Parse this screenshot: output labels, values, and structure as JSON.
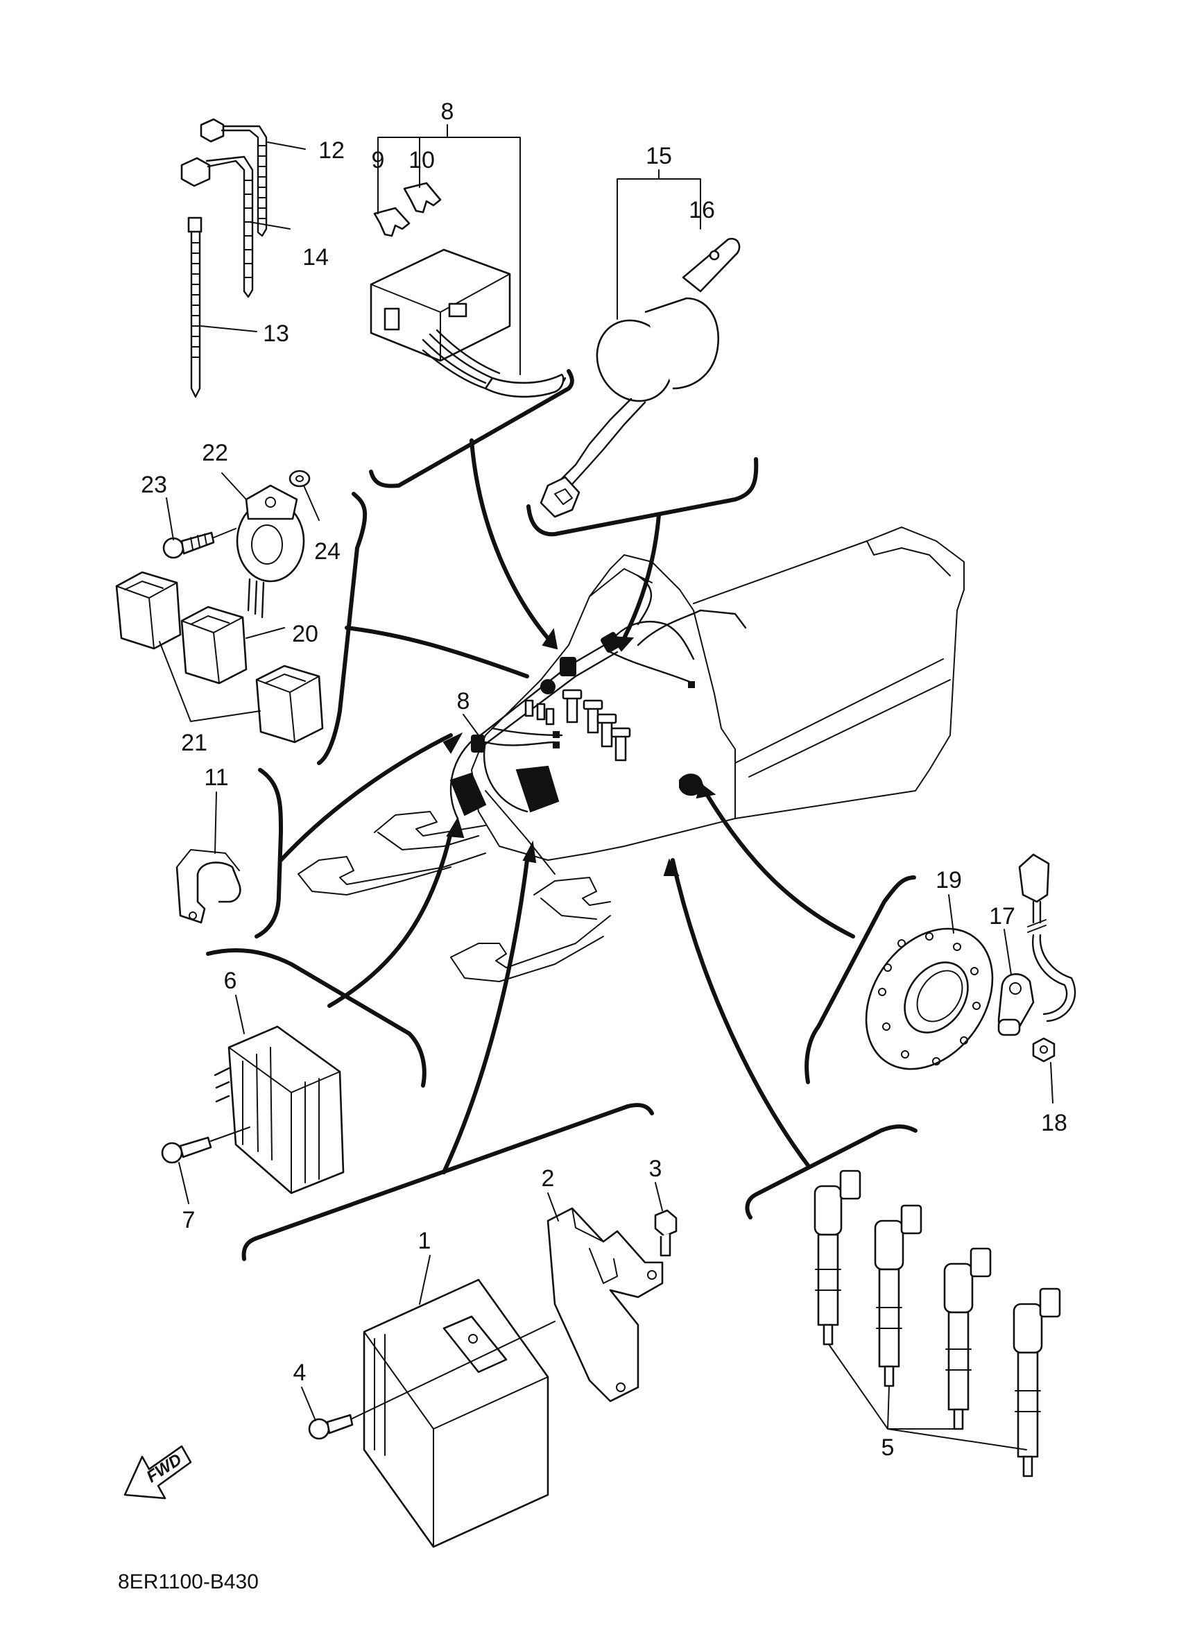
{
  "diagram_code": "8ER1100-B430",
  "fwd_label": "FWD",
  "callouts": [
    "1",
    "2",
    "3",
    "4",
    "5",
    "6",
    "7",
    "8",
    "8",
    "9",
    "10",
    "11",
    "12",
    "13",
    "14",
    "15",
    "16",
    "17",
    "18",
    "19",
    "20",
    "21",
    "22",
    "23",
    "24"
  ]
}
